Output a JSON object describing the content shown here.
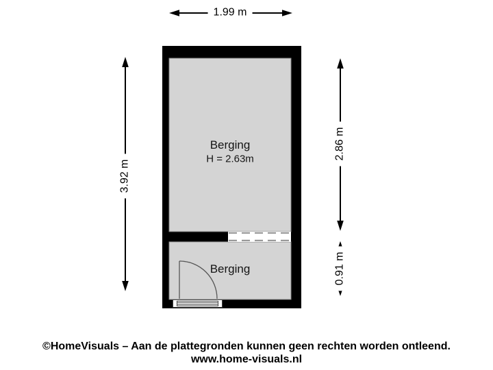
{
  "floorplan": {
    "dimensions": {
      "width_top": "1.99 m",
      "height_left": "3.92 m",
      "height_right_main": "2.86 m",
      "height_right_lower": "0.91 m"
    },
    "main_room": {
      "name": "Berging",
      "ceiling_height": "H = 2.63m"
    },
    "lower_room": {
      "name": "Berging"
    },
    "colors": {
      "wall": "#000000",
      "room_fill": "#d4d4d4",
      "room_outline": "#8a8a8a",
      "opening_dash": "#999999",
      "door_line": "#555555",
      "background": "#ffffff"
    }
  },
  "footer": {
    "copyright_line": "©HomeVisuals – Aan de plattegronden kunnen geen rechten worden ontleend.",
    "website": "www.home-visuals.nl"
  }
}
